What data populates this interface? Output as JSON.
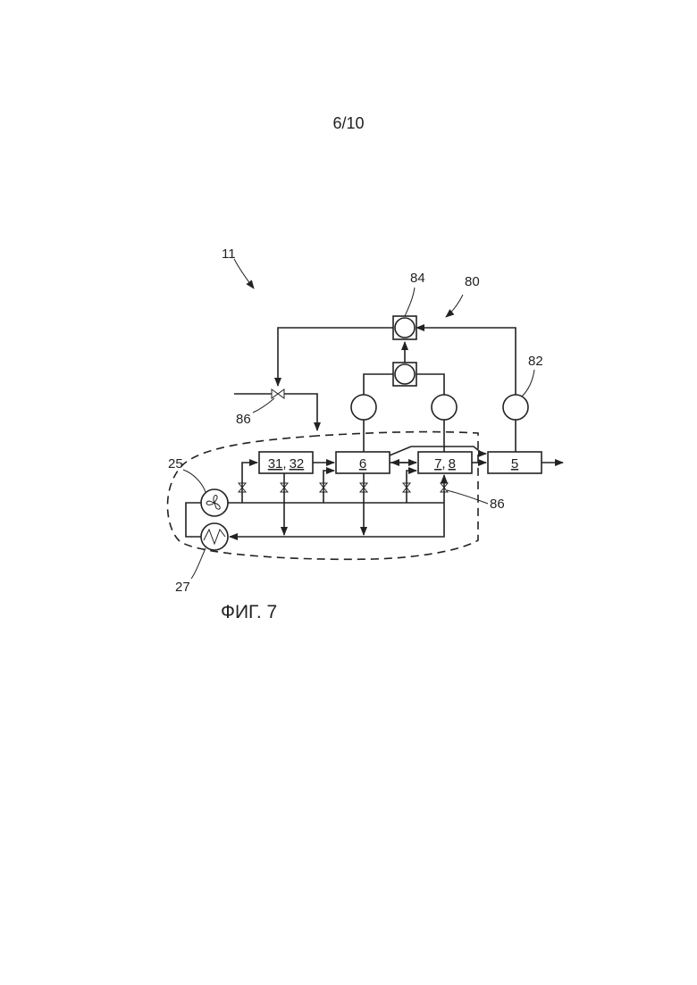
{
  "page_number": "6/10",
  "caption": "ФИГ. 7",
  "labels": {
    "l11": "11",
    "l84": "84",
    "l80": "80",
    "l82": "82",
    "l86_top": "86",
    "l86_right": "86",
    "l25": "25",
    "l27": "27"
  },
  "boxes": {
    "b3132_a": "31",
    "b3132_sep": ",",
    "b3132_b": "32",
    "b6": "6",
    "b78_a": "7",
    "b78_sep": ",",
    "b78_b": "8",
    "b5": "5"
  }
}
